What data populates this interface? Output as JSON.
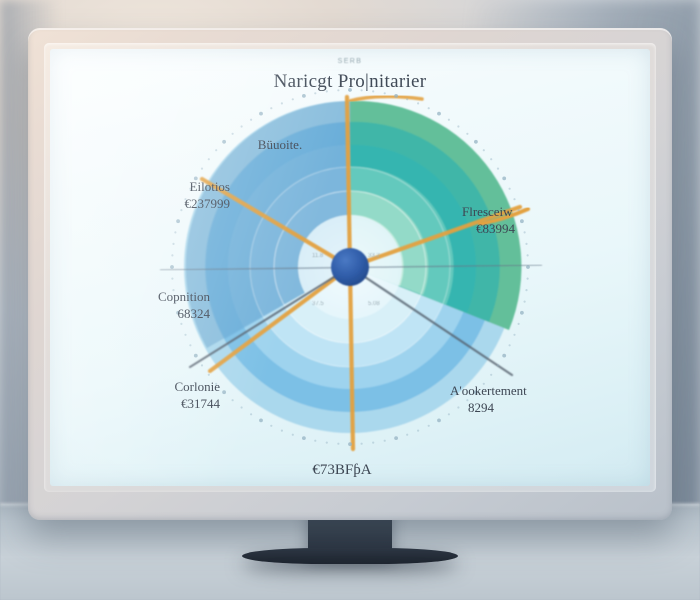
{
  "display": {
    "device": "desktop-monitor",
    "screen_tint": "#eaf7fa",
    "bezel_color": "#e2dcd6",
    "stand_color": "#2c3542"
  },
  "chart_header": {
    "supertitle": "SERB",
    "title": "Naricgt Pro|nitarier"
  },
  "palette": {
    "hub": "#2f5ca8",
    "spoke": "#e3a13f",
    "grid_line": "#6f7f8c",
    "ring_blue_outer": "#74b3dd",
    "ring_blue_mid": "#8ec8e8",
    "ring_blue_inner": "#c8e7f4",
    "ring_green_outer": "#63bf9a",
    "ring_green_mid": "#3fb6a8",
    "ring_green_inner": "#8fd7bd",
    "label_text": "#3d4653",
    "tick_dot": "#9ab6c4"
  },
  "chart_data": {
    "type": "pie",
    "title": "Naricgt Pro|nitarier",
    "subtitle": "SERB",
    "xlabel": "",
    "ylabel": "",
    "legend_position": "around-perimeter",
    "grid": true,
    "rings": 6,
    "categories": [
      "Büuoite.",
      "Eilotios",
      "Copnition",
      "Corlonie",
      "Flresceiw",
      "A'ookertement",
      "€73BFƥA"
    ],
    "values": [
      237999,
      237999,
      68324,
      31744,
      83994,
      8294,
      0
    ],
    "sectors": [
      {
        "name": "Eilotios",
        "value_label": "€237999",
        "start_deg": 186,
        "end_deg": 268,
        "color": "#8ec8e8"
      },
      {
        "name": "Copnition",
        "value_label": "68324",
        "start_deg": 268,
        "end_deg": 300,
        "color": "#7dc0e4"
      },
      {
        "name": "Corlonie",
        "value_label": "€31744",
        "start_deg": 300,
        "end_deg": 352,
        "color": "#93cfea"
      },
      {
        "name": "A'ookertement",
        "value_label": "8294",
        "start_deg": 352,
        "end_deg": 30,
        "color": "#3fb6a8"
      },
      {
        "name": "Flresceiw",
        "value_label": "€83994",
        "start_deg": 30,
        "end_deg": 88,
        "color": "#4cc0ad"
      },
      {
        "name": "Büuoite.",
        "value_label": "",
        "start_deg": 88,
        "end_deg": 186,
        "color": "#6fb7dd"
      }
    ]
  },
  "labels": {
    "top_center_sector": {
      "name": "Büuoite.",
      "value": ""
    },
    "upper_left": {
      "name": "Eilotios",
      "value": "€237999"
    },
    "mid_left": {
      "name": "Copnition",
      "value": "68324"
    },
    "lower_left": {
      "name": "Corlonie",
      "value": "€31744"
    },
    "upper_right": {
      "name": "Flresceiw",
      "value": "€83994"
    },
    "lower_right": {
      "name": "A'ookertement",
      "value": "8294"
    },
    "bottom_center": {
      "name": "€73BFƥA",
      "value": ""
    }
  },
  "inner_ticks": {
    "top_left": "11.8",
    "top_right": "33.2",
    "bottom_left": "37.5",
    "bottom_right": "5.08"
  }
}
